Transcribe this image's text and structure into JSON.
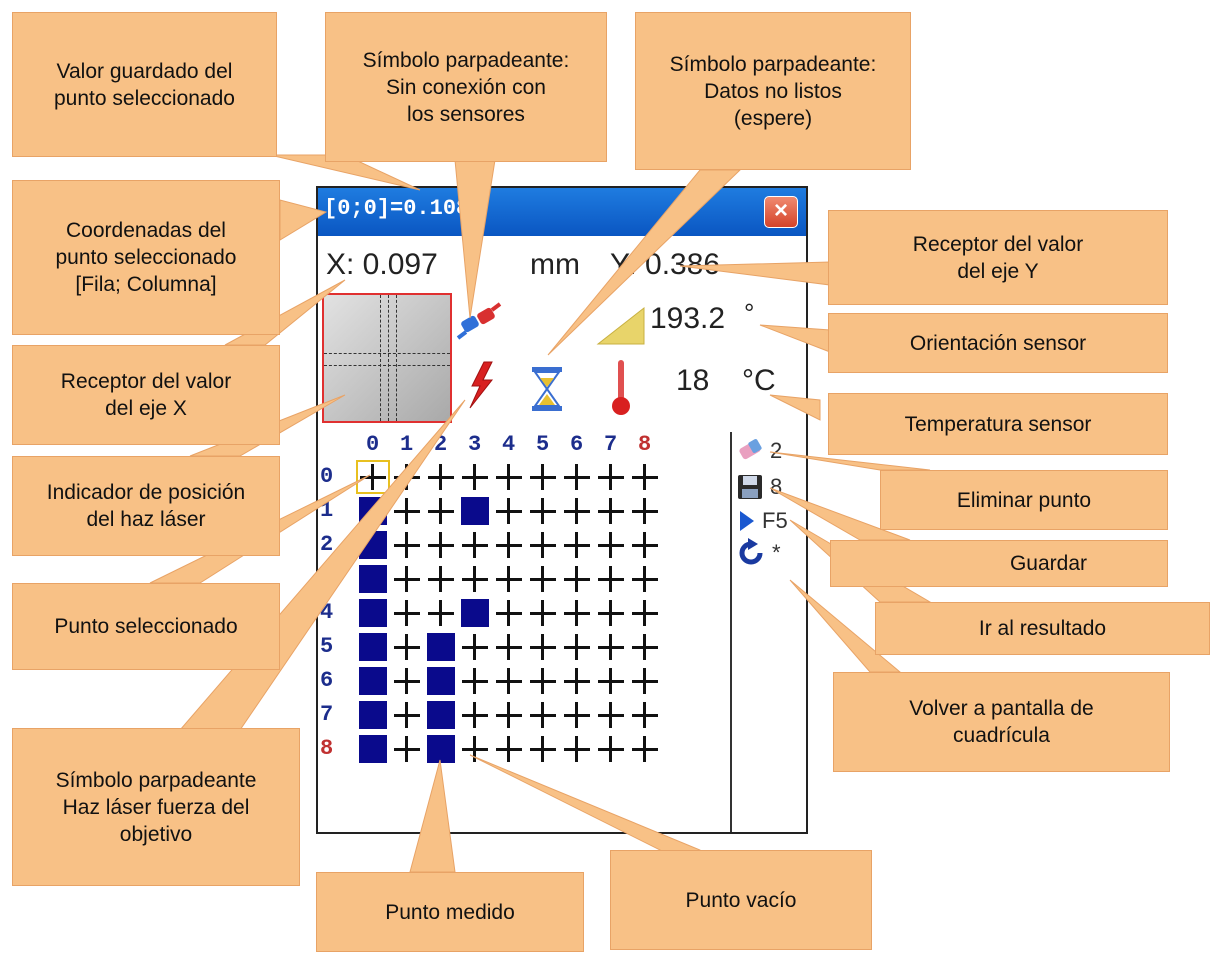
{
  "device": {
    "title": "[0;0]=0.108",
    "close_label": "×",
    "x_value": "X: 0.097",
    "unit": "mm",
    "y_value": "Y: 0.386",
    "angle_value": "193.2",
    "angle_unit": "°",
    "temp_value": "18",
    "temp_unit": "°C",
    "col_labels": [
      "0",
      "1",
      "2",
      "3",
      "4",
      "5",
      "6",
      "7",
      "8"
    ],
    "row_labels": [
      "0",
      "1",
      "2",
      "3",
      "4",
      "5",
      "6",
      "7",
      "8"
    ],
    "measured_points": [
      [
        1,
        0
      ],
      [
        1,
        3
      ],
      [
        2,
        0
      ],
      [
        3,
        0
      ],
      [
        4,
        0
      ],
      [
        4,
        3
      ],
      [
        5,
        0
      ],
      [
        5,
        2
      ],
      [
        6,
        0
      ],
      [
        6,
        2
      ],
      [
        7,
        0
      ],
      [
        7,
        2
      ],
      [
        8,
        0
      ],
      [
        8,
        2
      ]
    ],
    "selected_point": [
      0,
      0
    ],
    "side_items": [
      {
        "icon": "eraser-icon",
        "label": "2"
      },
      {
        "icon": "floppy-disk-icon",
        "label": "8"
      },
      {
        "icon": "play-arrow-icon",
        "label": "F5"
      },
      {
        "icon": "refresh-icon",
        "label": "*"
      }
    ],
    "colors": {
      "titlebar": "#0a56c2",
      "measured": "#0a0a8c",
      "label": "#1c2d8c",
      "label_last": "#c03030",
      "selected": "#e8c020",
      "callout": "#f8c186"
    }
  },
  "callouts": {
    "valor_guardado": "Valor guardado del\npunto seleccionado",
    "sin_conexion": "Símbolo parpadeante:\nSin conexión con\nlos sensores",
    "datos_no_listos": "Símbolo parpadeante:\nDatos no listos\n(espere)",
    "coordenadas": "Coordenadas del\npunto seleccionado\n[Fila; Columna]",
    "receptor_y": "Receptor del valor\ndel eje Y",
    "receptor_x": "Receptor del valor\ndel eje X",
    "orientacion": "Orientación sensor",
    "temperatura": "Temperatura sensor",
    "indicador": "Indicador de posición\ndel haz láser",
    "eliminar": "Eliminar punto",
    "guardar": "Guardar",
    "punto_sel": "Punto seleccionado",
    "ir_resultado": "Ir al resultado",
    "volver": "Volver a pantalla de\ncuadrícula",
    "haz_laser": "Símbolo parpadeante\nHaz láser fuerza del\nobjetivo",
    "punto_medido": "Punto medido",
    "punto_vacio": "Punto vacío"
  }
}
